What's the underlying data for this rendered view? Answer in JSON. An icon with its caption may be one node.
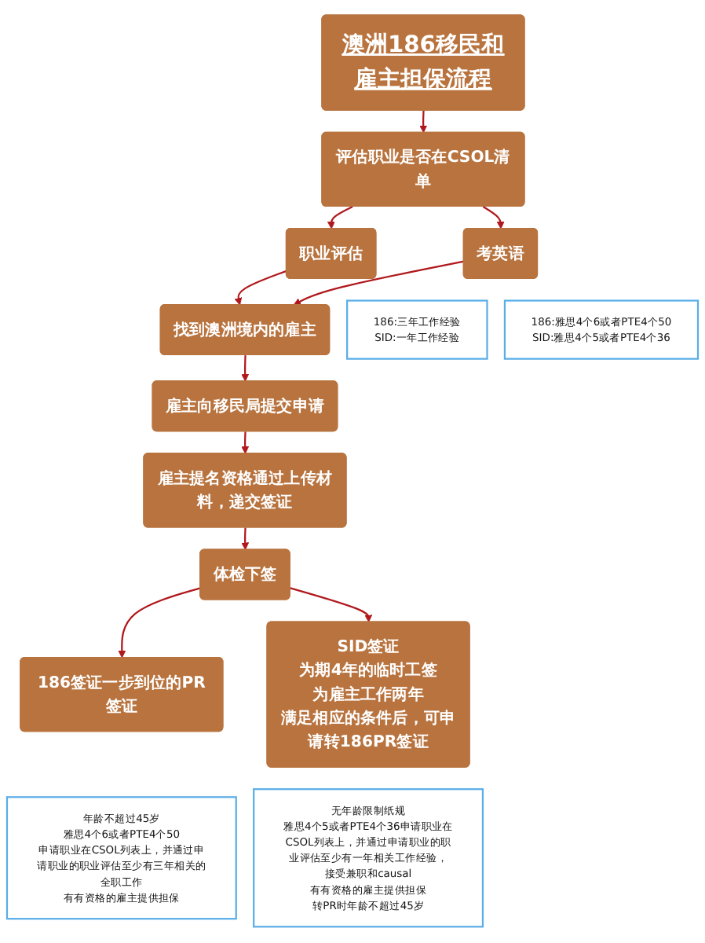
{
  "diagram": {
    "nodes": [
      {
        "text": [
          "澳洲186移民和雇主担保流程"
        ]
      },
      {
        "text": [
          "评估职业是否在CSOL清单"
        ]
      },
      {
        "text": [
          "职业评估"
        ],
        "beside": [
          "186:三年工作经验",
          "SID:一年工作经验"
        ]
      },
      {
        "text": [
          "考英语"
        ],
        "beside": [
          "186:雅思4个6或者PTE4个50",
          "SID:雅思4个5或者PTE4个36"
        ]
      },
      {
        "text": [
          "找到澳洲境内的雇主"
        ]
      },
      {
        "text": [
          "雇主向移民局提交申请"
        ]
      },
      {
        "text": [
          "雇主提名资格通过上传材料，递交签证"
        ]
      },
      {
        "text": [
          "体检下签"
        ]
      },
      {
        "text": [
          "186签证一步到位的PR签证"
        ],
        "beside": [
          "年龄不超过45岁",
          "雅思4个6或者PTE4个50",
          "申请职业在CSOL列表上，并通过申请职业的职业评估至少有三年相关的全职工作",
          "有有资格的雇主提供担保"
        ]
      },
      {
        "text": [
          "SID签证",
          "为期4年的临时工签",
          "为雇主工作两年",
          "满足相应的条件后，可申请转186PR签证"
        ],
        "beside": [
          "无年龄限制纸规",
          "雅思4个5或者PTE4个36申请职业在CSOL列表上，并通过申请职业的职业评估至少有一年相关工作经验，",
          "接受兼职和causal",
          "有有资格的雇主提供担保",
          "转PR时年龄不超过45岁"
        ]
      }
    ],
    "edges": [
      {
        "from": 0,
        "to": 1,
        "arrow": "to"
      },
      {
        "from": 1,
        "to": 2,
        "arrow": "to"
      },
      {
        "from": 1,
        "to": 3,
        "arrow": "to"
      },
      {
        "from": 2,
        "to": 4,
        "arrow": "to"
      },
      {
        "from": 3,
        "to": 4,
        "arrow": "to"
      },
      {
        "from": 4,
        "to": 5,
        "arrow": "to"
      },
      {
        "from": 5,
        "to": 6,
        "arrow": "to"
      },
      {
        "from": 6,
        "to": 7,
        "arrow": "to"
      },
      {
        "from": 7,
        "to": 8,
        "arrow": "to"
      },
      {
        "from": 7,
        "to": 9,
        "arrow": "to"
      }
    ]
  }
}
